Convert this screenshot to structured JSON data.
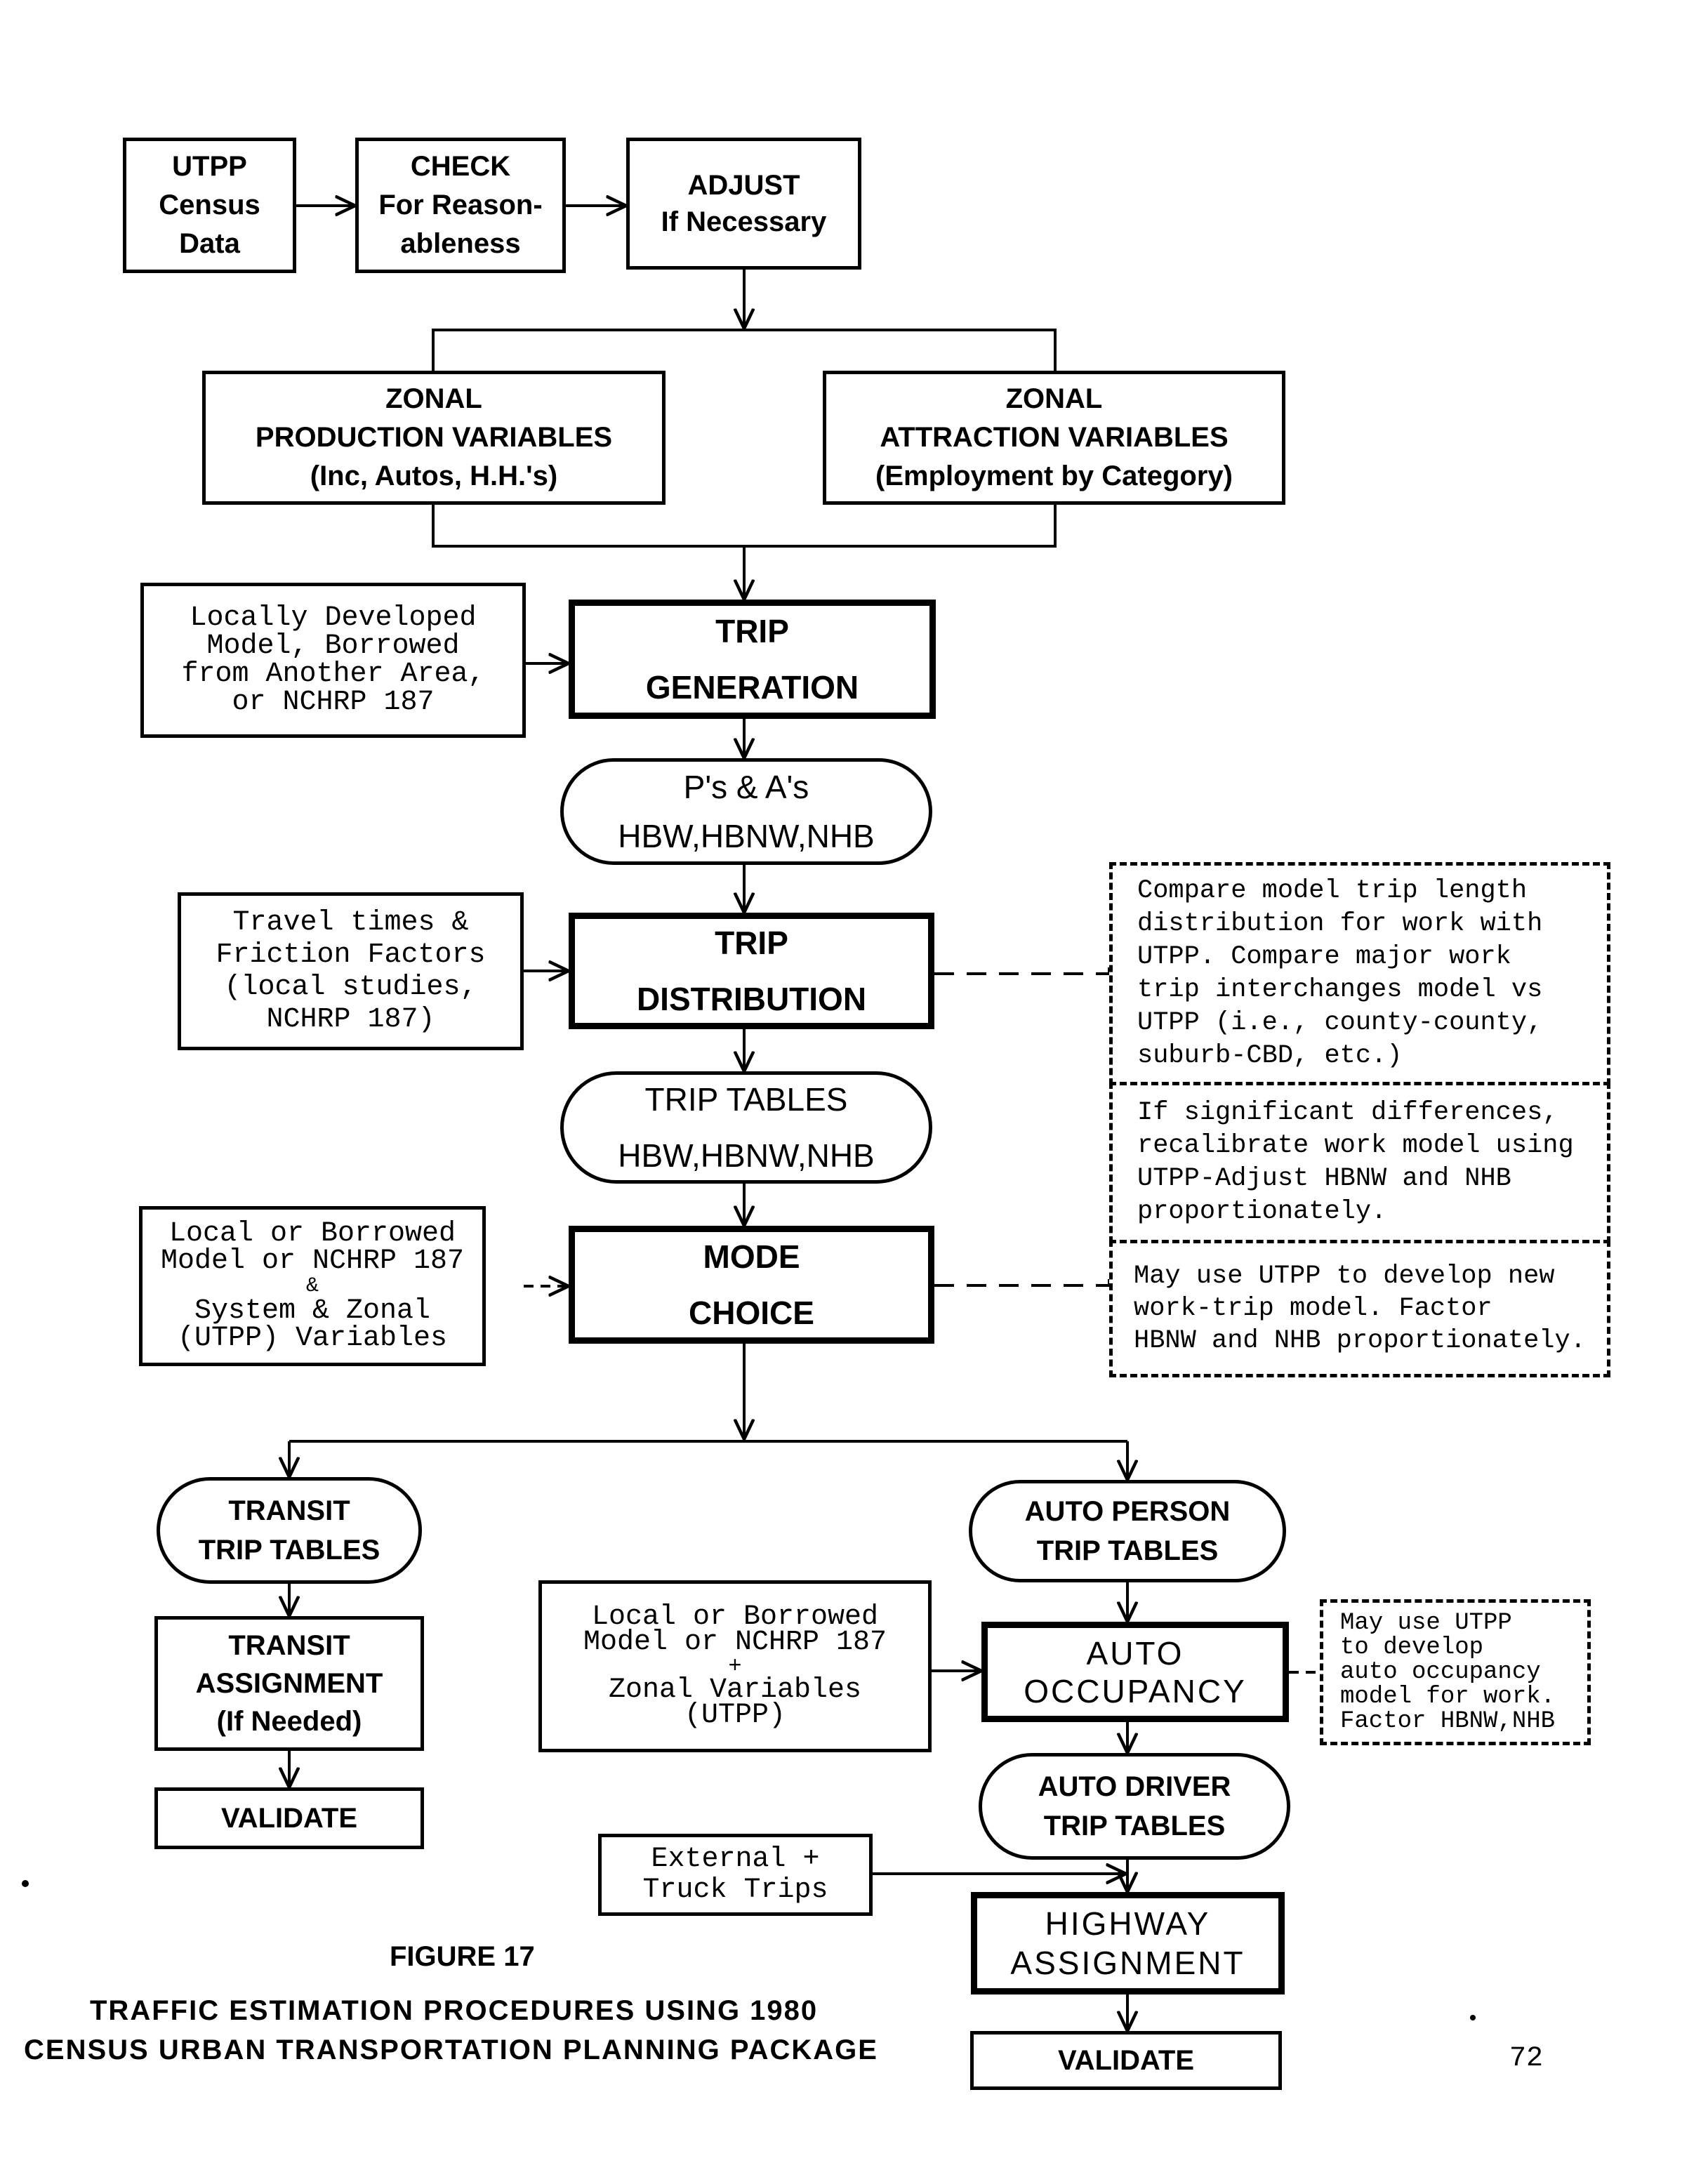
{
  "top_row": {
    "census": [
      "UTPP",
      "Census",
      "Data"
    ],
    "check": [
      "CHECK",
      "For Reason-",
      "ableness"
    ],
    "adjust": [
      "ADJUST",
      "If Necessary"
    ]
  },
  "zonal": {
    "production": [
      "ZONAL",
      "PRODUCTION VARIABLES",
      "(Inc, Autos, H.H.'s)"
    ],
    "attraction": [
      "ZONAL",
      "ATTRACTION VARIABLES",
      "(Employment by Category)"
    ]
  },
  "inputs": {
    "trip_generation": [
      "Locally Developed",
      "Model, Borrowed",
      "from Another Area,",
      "or NCHRP 187"
    ],
    "trip_distribution": [
      "Travel times &",
      "Friction Factors",
      "(local studies,",
      "NCHRP 187)"
    ],
    "mode_choice": [
      "Local or Borrowed",
      "Model or NCHRP 187",
      "&",
      "System & Zonal",
      "(UTPP) Variables"
    ],
    "auto_occupancy": [
      "Local or Borrowed",
      "Model or NCHRP 187",
      "+",
      "Zonal Variables",
      "(UTPP)"
    ],
    "external": [
      "External +",
      "Truck Trips"
    ]
  },
  "steps": {
    "trip_generation": [
      "TRIP",
      "GENERATION"
    ],
    "pa": [
      "P's & A's",
      "HBW,HBNW,NHB"
    ],
    "trip_distribution": [
      "TRIP",
      "DISTRIBUTION"
    ],
    "trip_tables": [
      "TRIP TABLES",
      "HBW,HBNW,NHB"
    ],
    "mode_choice": [
      "MODE",
      "CHOICE"
    ],
    "transit_tables": [
      "TRANSIT",
      "TRIP TABLES"
    ],
    "transit_assignment": [
      "TRANSIT",
      "ASSIGNMENT",
      "(If Needed)"
    ],
    "transit_validate": [
      "VALIDATE"
    ],
    "auto_person": [
      "AUTO PERSON",
      "TRIP TABLES"
    ],
    "auto_occupancy": [
      "AUTO",
      "OCCUPANCY"
    ],
    "auto_driver": [
      "AUTO DRIVER",
      "TRIP TABLES"
    ],
    "highway_assignment": [
      "HIGHWAY",
      "ASSIGNMENT"
    ],
    "highway_validate": [
      "VALIDATE"
    ]
  },
  "notes": {
    "compare": [
      "Compare model trip length",
      "distribution for work with",
      "UTPP.  Compare major work",
      "trip interchanges model vs",
      "UTPP (i.e., county-county,",
      "suburb-CBD, etc.)"
    ],
    "recalibrate": [
      "If significant differences,",
      "recalibrate work model using",
      "UTPP-Adjust HBNW and NHB",
      "proportionately."
    ],
    "mode_note": [
      "May use UTPP to develop new",
      "work-trip model.  Factor",
      "HBNW and NHB proportionately."
    ],
    "occupancy_note": [
      "May use UTPP",
      "to develop",
      "auto occupancy",
      "model for work.",
      "Factor HBNW,NHB"
    ]
  },
  "caption": {
    "figure": "FIGURE  17",
    "line1": "TRAFFIC ESTIMATION PROCEDURES USING 1980",
    "line2": "CENSUS URBAN TRANSPORTATION PLANNING PACKAGE"
  },
  "page_number": "72"
}
